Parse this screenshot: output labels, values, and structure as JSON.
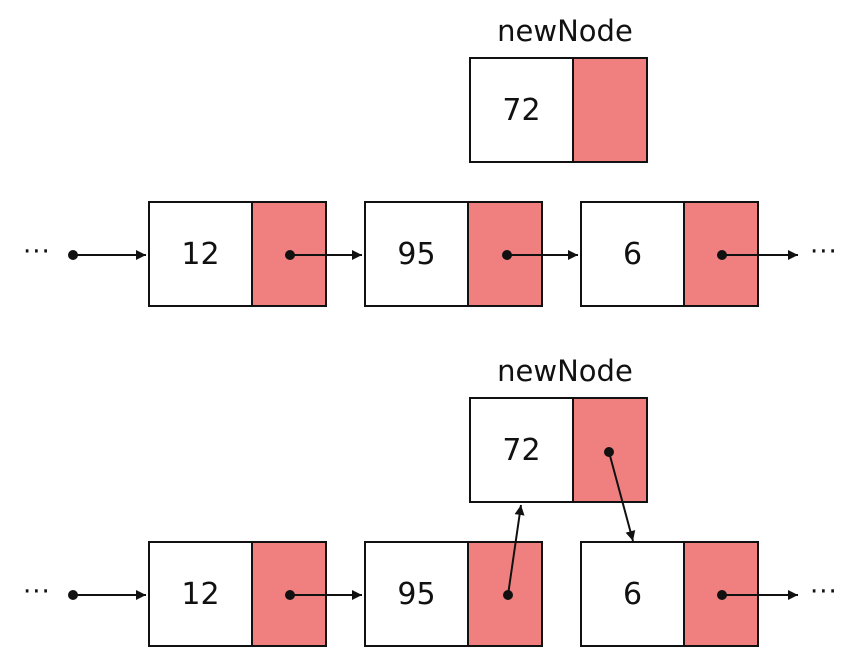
{
  "colors": {
    "pointer_cell": "#f08080",
    "stroke": "#111111"
  },
  "before": {
    "new_node_label": "newNode",
    "new_node_value": "72",
    "nodes": [
      "12",
      "95",
      "6"
    ],
    "ellipsis_left": "···",
    "ellipsis_right": "···"
  },
  "after": {
    "new_node_label": "newNode",
    "new_node_value": "72",
    "nodes": [
      "12",
      "95",
      "6"
    ],
    "ellipsis_left": "···",
    "ellipsis_right": "···"
  }
}
